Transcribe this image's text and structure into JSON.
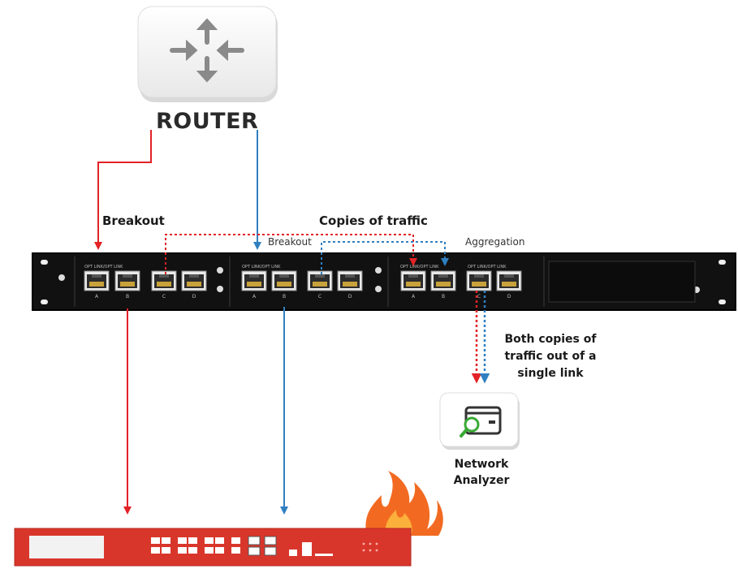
{
  "router": {
    "label": "ROUTER",
    "icon": "router-arrows-icon"
  },
  "labels": {
    "breakout": "Breakout",
    "copies_of_traffic": "Copies of traffic",
    "tap_breakout": "Breakout",
    "tap_aggregation": "Aggregation",
    "both_copies": "Both copies of traffic out of a single link",
    "network_analyzer": "Network Analyzer"
  },
  "port_letters": [
    "A",
    "B",
    "C",
    "D",
    "A",
    "B",
    "C",
    "D",
    "A",
    "B",
    "C",
    "D"
  ],
  "colors": {
    "red_link": "#e32227",
    "blue_link": "#2f7fc1",
    "tap_chassis": "#111111",
    "firewall": "#d9362b",
    "flame": "#f26a21"
  },
  "icons": [
    "router-icon",
    "network-tap-device",
    "network-analyzer-icon",
    "firewall-appliance",
    "flame-icon"
  ]
}
